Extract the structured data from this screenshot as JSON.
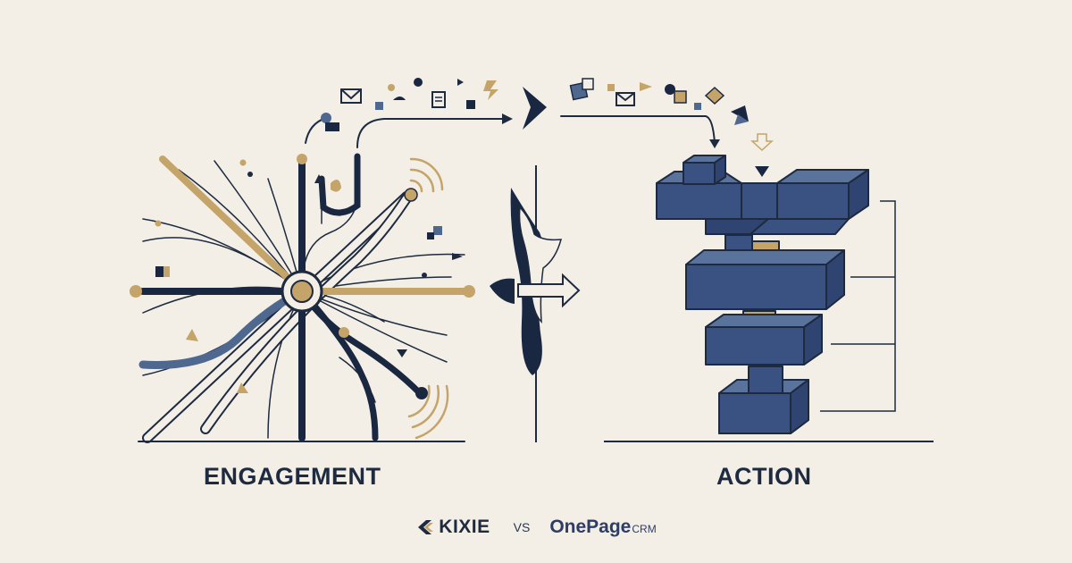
{
  "headings": {
    "left": "ENGAGEMENT",
    "right": "ACTION"
  },
  "footer": {
    "brand_left": "KIXIE",
    "separator": "VS",
    "brand_right_main": "OnePage",
    "brand_right_suffix": "CRM"
  },
  "colors": {
    "background": "#f3efe6",
    "navy": "#1a2740",
    "slate": "#4e6890",
    "gold": "#c4a468",
    "line": "#1e2a40"
  },
  "icons": [
    "envelope-icon",
    "document-icon",
    "lightning-icon",
    "arrow-icon",
    "block-stack-icon"
  ]
}
